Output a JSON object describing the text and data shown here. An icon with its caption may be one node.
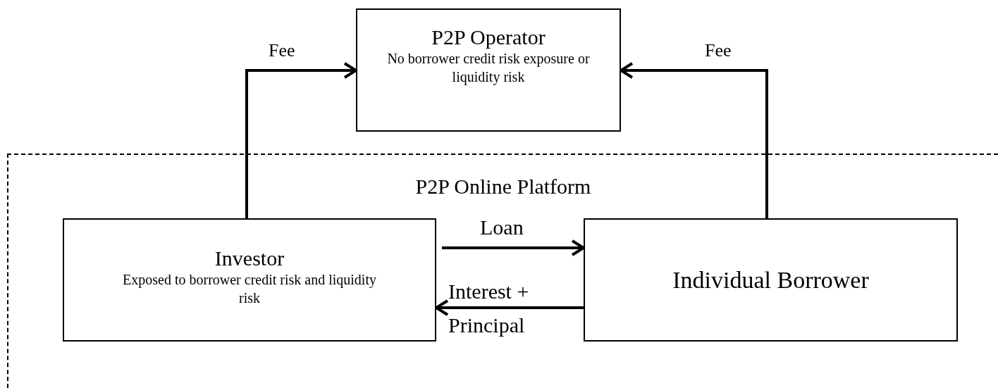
{
  "diagram": {
    "nodes": [
      {
        "text": [
          "P2P Operator",
          "No borrower credit risk exposure or liquidity risk"
        ]
      },
      {
        "text": [
          "P2P Online Platform"
        ]
      },
      {
        "text": [
          "Investor",
          "Exposed to borrower credit risk and liquidity risk"
        ],
        "in": 1
      },
      {
        "text": [
          "Individual Borrower"
        ],
        "in": 1
      }
    ],
    "edges": [
      {
        "from": 2,
        "to": 0,
        "arrow": "to",
        "label": "Fee"
      },
      {
        "from": 3,
        "to": 0,
        "arrow": "to",
        "label": "Fee"
      },
      {
        "from": 2,
        "to": 3,
        "arrow": "to",
        "label": "Loan"
      },
      {
        "from": 3,
        "to": 2,
        "arrow": "to",
        "label": "Interest + Principal"
      }
    ]
  }
}
